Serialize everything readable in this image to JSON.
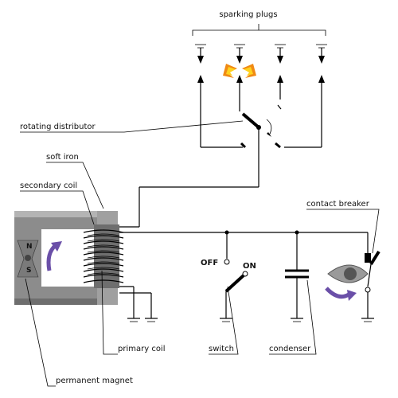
{
  "labels": {
    "sparking_plugs": "sparking plugs",
    "rotating_distributor": "rotating distributor",
    "soft_iron": "soft iron",
    "secondary_coil": "secondary coil",
    "contact_breaker": "contact breaker",
    "primary_coil": "primary coil",
    "switch": "switch",
    "condenser": "condenser",
    "permanent_magnet": "permanent magnet",
    "off": "OFF",
    "on": "ON",
    "magnet_north": "N",
    "magnet_south": "S"
  },
  "colors": {
    "magnet_frame": "#8c8c8c",
    "magnet_frame_light": "#b4b4b4",
    "rotation_arrow": "#6a4fa8",
    "spark_outer": "#f08a14",
    "spark_inner": "#ffd21e",
    "cam": "#7a7a7a",
    "wire": "#000000"
  }
}
